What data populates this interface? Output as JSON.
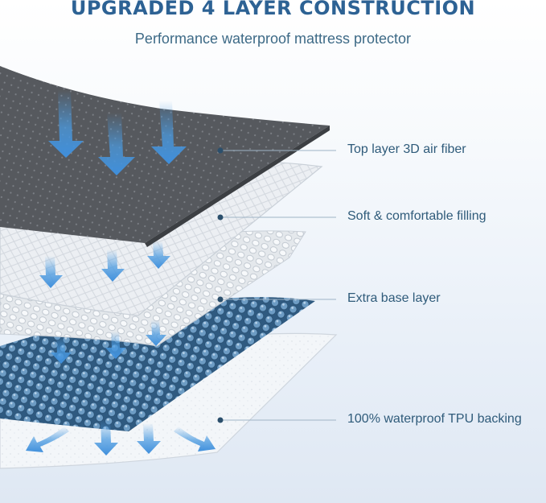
{
  "header": {
    "title": "UPGRADED 4 LAYER CONSTRUCTION",
    "subtitle": "Performance waterproof mattress protector"
  },
  "layers": [
    {
      "label": "Top layer 3D air fiber"
    },
    {
      "label": "Soft & comfortable filling"
    },
    {
      "label": "Extra base layer"
    },
    {
      "label": "100% waterproof TPU backing"
    }
  ],
  "colors": {
    "title": "#2d6294",
    "label": "#2f5b7a",
    "top_layer": "#55585d",
    "arrow": "#4a9ae0",
    "bead_blue": "#4f7fa6",
    "callout_dot": "#2b4f6c"
  }
}
